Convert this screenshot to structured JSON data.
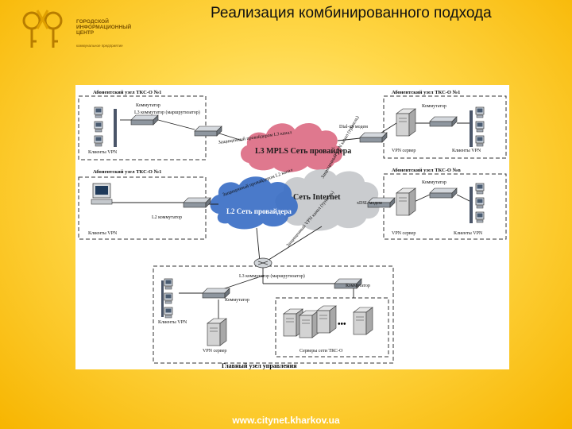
{
  "header": {
    "title": "Реализация комбинированного подхода",
    "logo_text": [
      "ГОРОДСКОЙ",
      "ИНФОРМАЦИОННЫЙ",
      "ЦЕНТР"
    ],
    "logo_subtitle": "коммунальное предприятие"
  },
  "diagram": {
    "groups": {
      "top_left": "Абонентский узел ТКС-О №1",
      "top_right": "Абонентский узел ТКС-О №1",
      "mid_left": "Абонентский узел ТКС-О №1",
      "mid_right": "Абонентский узел ТКС-О №n",
      "bottom": "Главный узел управления"
    },
    "clouds": {
      "mpls": "L3 MPLS Сеть провайдера",
      "internet": "Сеть Internet",
      "l2": "L2 Сеть провайдера"
    },
    "labels": {
      "l3_switch_router_tl": "L3 коммутатор (маршрутизатор)",
      "switch_tl": "Коммутатор",
      "clients_tl": "Клиенты VPN",
      "protected_l3": "Защищенный провайдером L3 канал",
      "dialup": "Dial-up модем",
      "switch_tr": "Коммутатор",
      "vpn_server_tr": "VPN сервер",
      "clients_tr": "Клиенты VPN",
      "l2_switch": "L2 коммутатор",
      "clients_ml": "Клиенты VPN",
      "protected_l2": "Защищенный провайдером L2 канал",
      "protected_vpn": "Защищенный VPN канал (туннель)",
      "protected_vpn2": "Защищенный VPN канал (туннель)",
      "xdsl": "xDSL модем",
      "switch_mr": "Коммутатор",
      "vpn_server_mr": "VPN сервер",
      "clients_mr": "Клиенты VPN",
      "l3_switch_router_main": "L3 коммутатор (маршрутизатор)",
      "switch_main1": "Коммутатор",
      "switch_main2": "Коммутатор",
      "clients_main": "Клиенты VPN",
      "vpn_server_main": "VPN сервер",
      "servers": "Серверы сети ТКС-О"
    }
  },
  "footer": {
    "url": "www.citynet.kharkov.ua"
  }
}
